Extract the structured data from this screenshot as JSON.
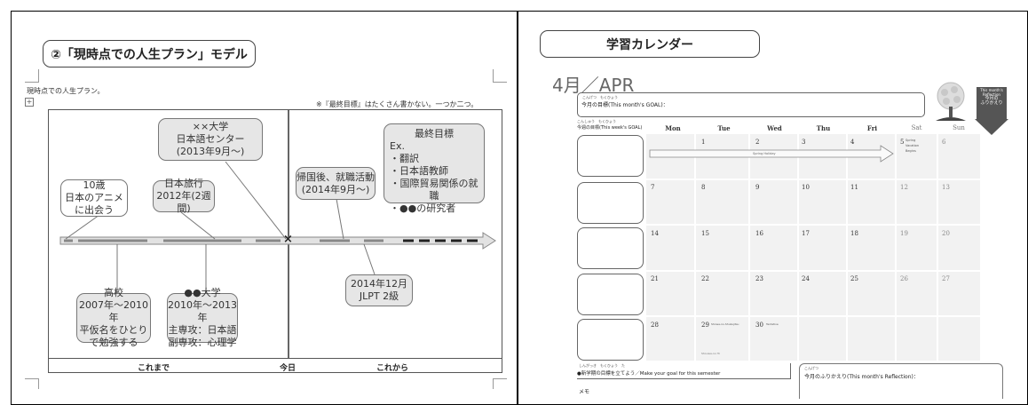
{
  "left": {
    "title": "②「現時点での人生プラン」モデル",
    "subtitle": "現時点での人生プラン。",
    "note": "※『最終目標』はたくさん書かない。一つか二つ。",
    "timeline": {
      "past_label": "これまで",
      "today_label": "今日",
      "future_label": "これから",
      "mark": "×"
    },
    "boxes": {
      "age10": [
        "10歳",
        "日本のアニメ",
        "に出会う"
      ],
      "trip": [
        "日本旅行",
        "2012年(2週間)"
      ],
      "univ_center": [
        "××大学",
        "日本語センター",
        "(2013年9月〜)"
      ],
      "return": [
        "帰国後、就職活動",
        "(2014年9月〜)"
      ],
      "final_title": "最終目標",
      "final_items": [
        "Ex.",
        "・翻訳",
        "・日本語教師",
        "・国際貿易関係の就職",
        "・●●の研究者"
      ],
      "highschool": [
        "高校",
        "2007年〜2010年",
        "平仮名をひとり",
        "で勉強する"
      ],
      "university": [
        "●●大学",
        "2010年〜2013年",
        "主専攻：日本語",
        "副専攻：心理学"
      ],
      "jlpt": [
        "2014年12月",
        "JLPT 2級"
      ]
    }
  },
  "right": {
    "title": "学習カレンダー",
    "month": "4月／APR",
    "goal_label": "今月の目標(This month's GOAL)：",
    "goal_ruby": "こんげつ　もくひょう",
    "week_goal_label": "今週の目標(This week's GOAL)",
    "week_goal_ruby": "こんしゅう　もくひょう",
    "days": [
      "Mon",
      "Tue",
      "Wed",
      "Thu",
      "Fri",
      "Sat",
      "Sun"
    ],
    "weeks": [
      [
        "",
        "1",
        "2",
        "3",
        "4",
        "5",
        "6"
      ],
      [
        "7",
        "8",
        "9",
        "10",
        "11",
        "12",
        "13"
      ],
      [
        "14",
        "15",
        "16",
        "17",
        "18",
        "19",
        "20"
      ],
      [
        "21",
        "22",
        "23",
        "24",
        "25",
        "26",
        "27"
      ],
      [
        "28",
        "29",
        "30",
        "",
        "",
        "",
        ""
      ]
    ],
    "spring_holiday": "Spring Holiday",
    "sat5_note": [
      "Spring",
      "Vacation",
      "Begins"
    ],
    "showa_note": "Shouwa-no Hi",
    "d29_note": "Showa-no-Shukujitsu",
    "d30_note": "Tentative",
    "reflection_badge": [
      "This month's",
      "Reflection",
      "今月の",
      "ふりかえり"
    ],
    "semester_goal": "●新学期の目標を立てよう／Make your goal for this semester",
    "semester_ruby": "しんがっき　もくひょう　た",
    "memo": "メモ",
    "reflection_label": "今月のふりかえり(This month's Reflection)：",
    "reflection_ruby": "こんげつ"
  }
}
